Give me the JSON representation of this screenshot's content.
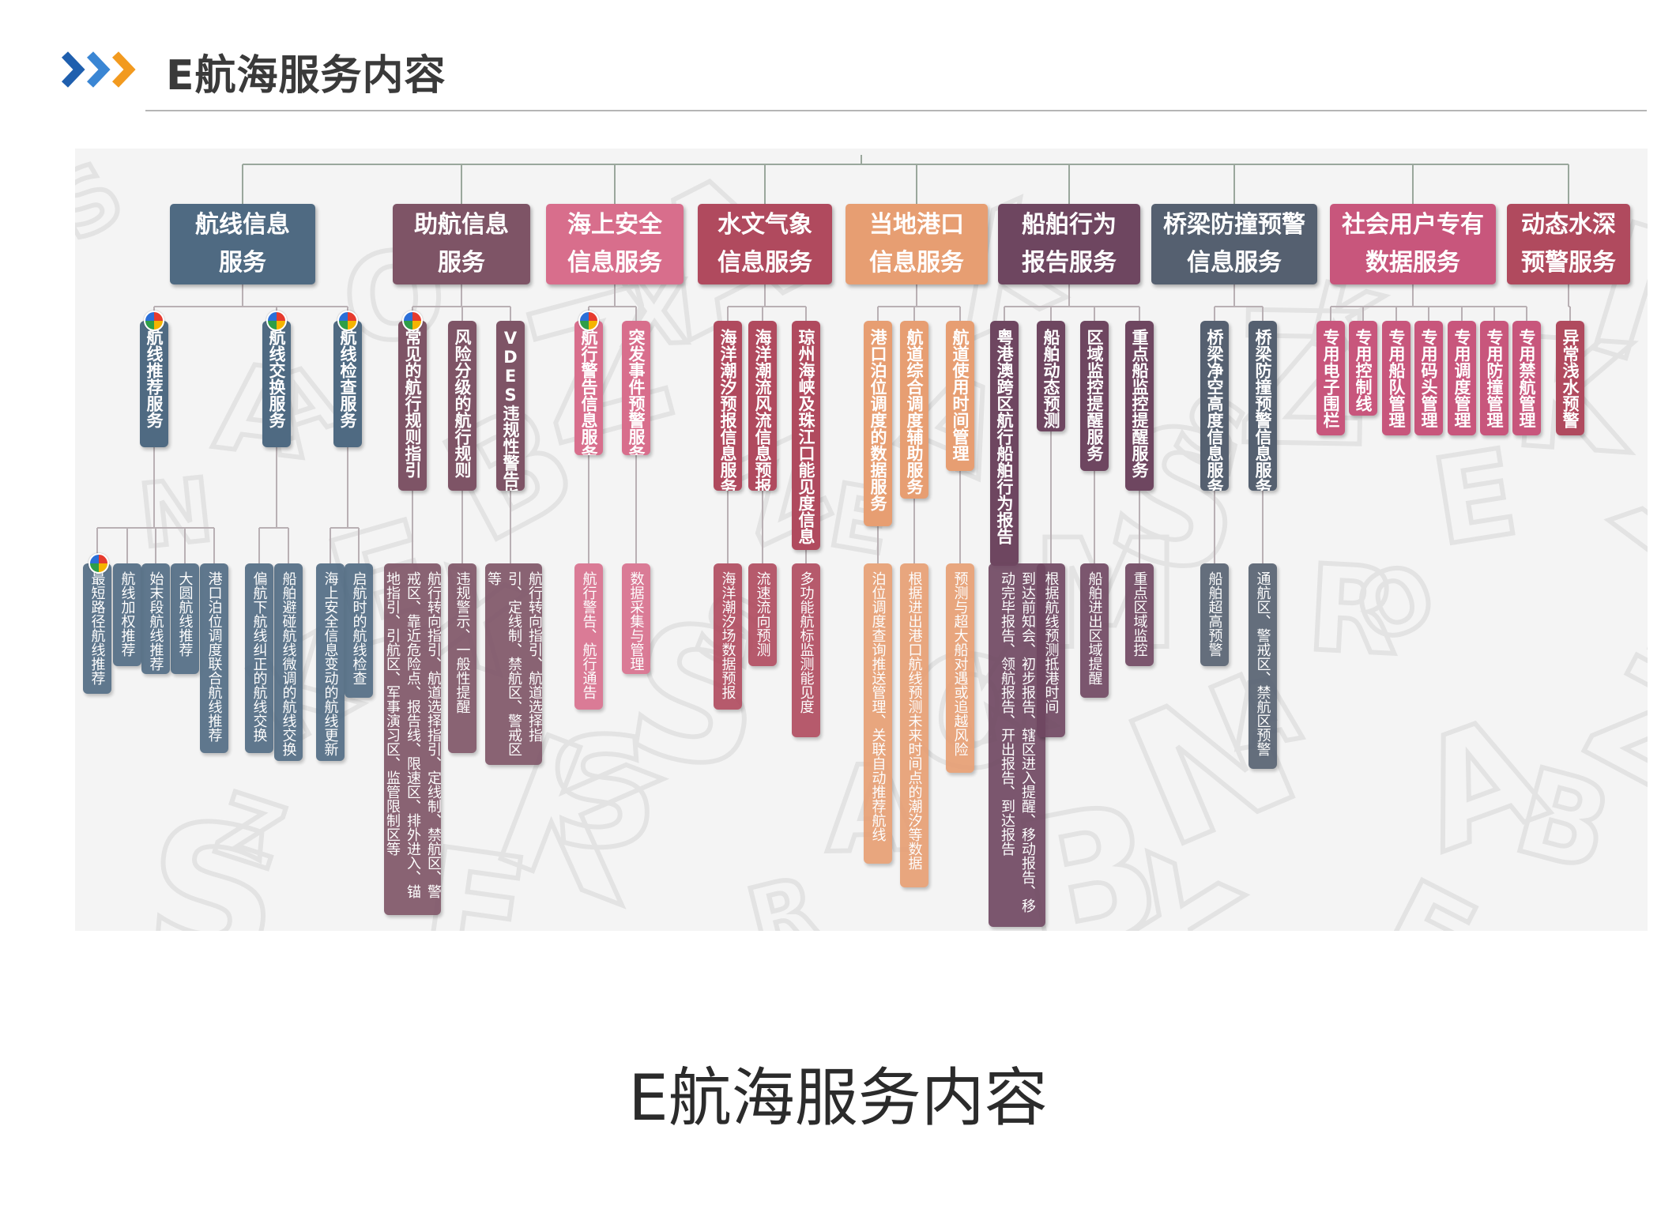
{
  "header": {
    "title": "E航海服务内容"
  },
  "caption": "E航海服务内容",
  "colors": {
    "slate": "#4f6a82",
    "mauve": "#7e5466",
    "pink": "#d86e8c",
    "rose": "#b04a5e",
    "orange": "#e79e72",
    "plum": "#6e4660",
    "steel": "#556070",
    "magenta": "#c8567c",
    "chevron_blue": "#1f5fae",
    "chevron_orange": "#f29a1f"
  },
  "categories": [
    {
      "label": [
        "航线信息",
        "服务"
      ],
      "color": "#4f6a82",
      "children": [
        {
          "label": "航线推荐服务",
          "badge": true,
          "children": [
            "最短路径航线推荐",
            "航线加权推荐",
            "始末段航线推荐",
            "大圆航线推荐",
            "港口泊位调度联合航线推荐"
          ]
        },
        {
          "label": "航线交换服务",
          "badge": true,
          "children": [
            "偏航下航线纠正的航线交换",
            "船舶避碰航线微调的航线交换"
          ]
        },
        {
          "label": "航线检查服务",
          "badge": true,
          "children": [
            "海上安全信息变动的航线更新",
            "启航时的航线检查"
          ]
        }
      ]
    },
    {
      "label": [
        "助航信息",
        "服务"
      ],
      "color": "#7e5466",
      "children": [
        {
          "label": "常见的航行规则指引",
          "badge": true,
          "children": [
            "航行转向指引、航道选择指引、定线制、禁航区、警戒区、靠近危险点、报告线、限速区、排外进入、锚地指引、引航区、军事演习区、监管限制区等"
          ]
        },
        {
          "label": "风险分级的航行规则",
          "badge": false,
          "children": [
            "违规警示、一般性提醒"
          ]
        },
        {
          "label": "VDES违规性警告指引",
          "badge": false,
          "children": [
            "航行转向指引、航道选择指引、定线制、禁航区、警戒区等"
          ]
        }
      ]
    },
    {
      "label": [
        "海上安全",
        "信息服务"
      ],
      "color": "#d86e8c",
      "children": [
        {
          "label": "航行警告信息服务",
          "badge": true,
          "children": [
            "航行警告、航行通告"
          ]
        },
        {
          "label": "突发事件预警服务",
          "badge": false,
          "children": [
            "数据采集与管理"
          ]
        }
      ]
    },
    {
      "label": [
        "水文气象",
        "信息服务"
      ],
      "color": "#b04a5e",
      "children": [
        {
          "label": "海洋潮汐预报信息服务",
          "badge": false,
          "children": [
            "海洋潮汐场数据预报"
          ]
        },
        {
          "label": "海洋潮流风流信息预报",
          "badge": false,
          "children": [
            "流速流向预测"
          ]
        },
        {
          "label": "琼州海峡及珠江口能见度信息",
          "badge": false,
          "children": [
            "多功能航标监测能见度"
          ]
        }
      ]
    },
    {
      "label": [
        "当地港口",
        "信息服务"
      ],
      "color": "#e79e72",
      "children": [
        {
          "label": "港口泊位调度的数据服务",
          "badge": false,
          "children": [
            "泊位调度查询推送管理、关联自动推荐航线"
          ]
        },
        {
          "label": "航道综合调度辅助服务",
          "badge": false,
          "children": [
            "根据进出港口航线预测未来时间点的潮汐等数据"
          ]
        },
        {
          "label": "航道使用时间管理",
          "badge": false,
          "children": [
            "预测与超大船对遇或追越风险"
          ]
        }
      ]
    },
    {
      "label": [
        "船舶行为",
        "报告服务"
      ],
      "color": "#6e4660",
      "children": [
        {
          "label": "粤港澳跨区航行船舶行为报告",
          "badge": false,
          "children": [
            "到达前知会、初步报告、辖区进入提醒、移动报告、移动完毕报告、领航报告、开出报告、到达报告"
          ]
        },
        {
          "label": "船舶动态预测",
          "badge": false,
          "children": [
            "根据航线预测抵港时间"
          ]
        },
        {
          "label": "区域监控提醒服务",
          "badge": false,
          "children": [
            "船舶进出区域提醒"
          ]
        },
        {
          "label": "重点船监控提醒服务",
          "badge": false,
          "children": [
            "重点区域监控"
          ]
        }
      ]
    },
    {
      "label": [
        "桥梁防撞预警",
        "信息服务"
      ],
      "color": "#556070",
      "children": [
        {
          "label": "桥梁净空高度信息服务",
          "badge": false,
          "children": [
            "船舶超高预警"
          ]
        },
        {
          "label": "桥梁防撞预警信息服务",
          "badge": false,
          "children": [
            "通航区、警戒区、禁航区预警"
          ]
        }
      ]
    },
    {
      "label": [
        "社会用户专有",
        "数据服务"
      ],
      "color": "#c8567c",
      "children": [
        {
          "label": "专用电子围栏",
          "badge": false,
          "children": []
        },
        {
          "label": "专用控制线",
          "badge": false,
          "children": []
        },
        {
          "label": "专用船队管理",
          "badge": false,
          "children": []
        },
        {
          "label": "专用码头管理",
          "badge": false,
          "children": []
        },
        {
          "label": "专用调度管理",
          "badge": false,
          "children": []
        },
        {
          "label": "专用防撞管理",
          "badge": false,
          "children": []
        },
        {
          "label": "专用禁航管理",
          "badge": false,
          "children": []
        }
      ]
    },
    {
      "label": [
        "动态水深",
        "预警服务"
      ],
      "color": "#b04a5e",
      "children": [
        {
          "label": "异常浅水预警",
          "badge": false,
          "children": []
        }
      ]
    }
  ]
}
